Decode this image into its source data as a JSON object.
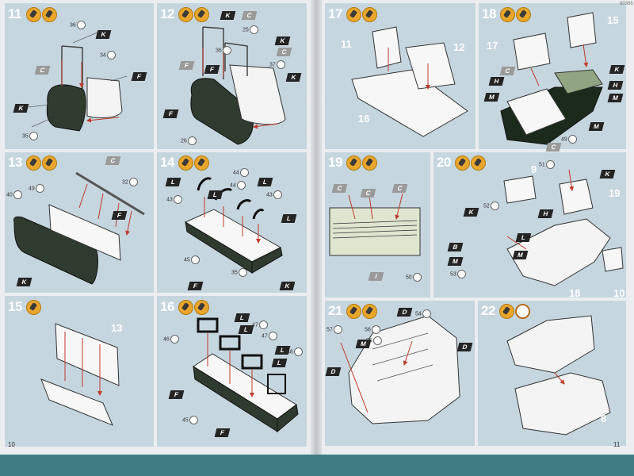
{
  "header": {
    "code": "80366"
  },
  "footer": {
    "left_page": "10",
    "right_page": "11"
  },
  "steps": [
    {
      "num": "11",
      "labels": {
        "k": "K",
        "c": "C",
        "f": "F",
        "k2": "K"
      },
      "parts": {
        "a": "36",
        "b": "34",
        "c": "35"
      }
    },
    {
      "num": "12",
      "labels": {
        "k": "K",
        "c": "C",
        "k2": "K",
        "c2": "C",
        "f": "F",
        "f2": "F",
        "k3": "K",
        "f3": "F"
      },
      "parts": {
        "a": "25",
        "b": "36",
        "c": "37",
        "d": "26"
      }
    },
    {
      "num": "13",
      "labels": {
        "c": "C",
        "f": "F",
        "k": "K"
      },
      "parts": {
        "a": "40",
        "b": "49",
        "c": "32"
      }
    },
    {
      "num": "14",
      "labels": {
        "l": "L",
        "l2": "L",
        "l3": "L",
        "l4": "L",
        "f": "F",
        "k": "K"
      },
      "parts": {
        "a": "44",
        "b": "43",
        "c": "44",
        "d": "43",
        "e": "45",
        "f": "35"
      }
    },
    {
      "num": "15",
      "ref": "13"
    },
    {
      "num": "16",
      "labels": {
        "l": "L",
        "l2": "L",
        "l3": "L",
        "l4": "L",
        "f": "F",
        "f2": "F"
      },
      "parts": {
        "a": "46",
        "b": "47",
        "c": "47",
        "d": "48",
        "e": "45"
      }
    },
    {
      "num": "17",
      "refs": [
        "11",
        "12",
        "16"
      ]
    },
    {
      "num": "18",
      "refs": [
        "15",
        "17",
        "49"
      ],
      "labels": {
        "c": "C",
        "k": "K",
        "h": "H",
        "m": "M",
        "h2": "H",
        "m2": "M",
        "m3": "M",
        "c2": "C"
      }
    },
    {
      "num": "19",
      "labels": {
        "c": "C",
        "c2": "C",
        "c3": "C",
        "i": "I"
      },
      "parts": {
        "a": "50"
      }
    },
    {
      "num": "20",
      "refs": [
        "9",
        "19",
        "18",
        "10"
      ],
      "labels": {
        "k": "K",
        "h": "H",
        "b": "B",
        "l": "L",
        "m": "M",
        "m2": "M"
      },
      "parts": {
        "a": "51",
        "b": "52",
        "c": "53"
      }
    },
    {
      "num": "21",
      "labels": {
        "d": "D",
        "m": "M",
        "d2": "D",
        "d3": "D"
      },
      "parts": {
        "a": "54",
        "b": "57",
        "c": "56",
        "d": "55"
      }
    },
    {
      "num": "22",
      "refs": [
        "8"
      ]
    }
  ]
}
